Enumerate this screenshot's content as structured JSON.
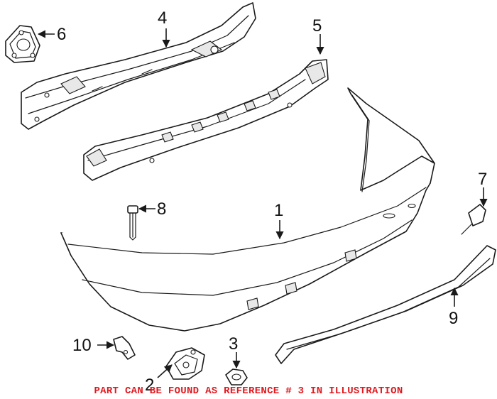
{
  "callouts": [
    {
      "id": "1",
      "label": "1"
    },
    {
      "id": "2",
      "label": "2"
    },
    {
      "id": "3",
      "label": "3"
    },
    {
      "id": "4",
      "label": "4"
    },
    {
      "id": "5",
      "label": "5"
    },
    {
      "id": "6",
      "label": "6"
    },
    {
      "id": "7",
      "label": "7"
    },
    {
      "id": "8",
      "label": "8"
    },
    {
      "id": "9",
      "label": "9"
    },
    {
      "id": "10",
      "label": "10"
    }
  ],
  "notice": "PART CAN BE FOUND AS REFERENCE # 3 IN ILLUSTRATION",
  "colors": {
    "notice": "#e0191f",
    "line": "#1a1a1a"
  }
}
